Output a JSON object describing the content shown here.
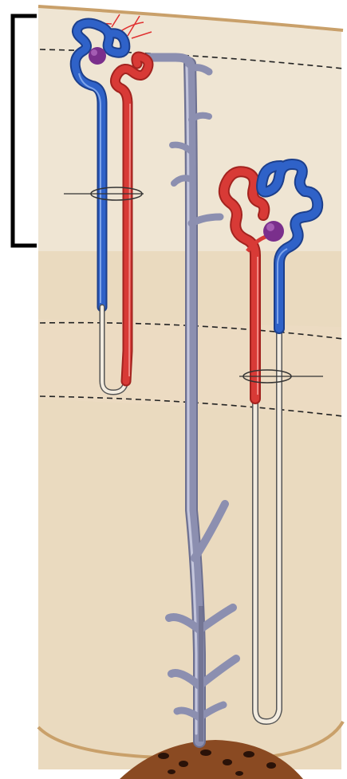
{
  "diagram": {
    "subject": "nephron-illustration",
    "colors": {
      "background": "#ffffff",
      "cortex": "#efe5d3",
      "medulla": "#ead9bf",
      "outer_border": "#c9a06a",
      "papilla": "#8a4a22",
      "papilla_dots": "#3a1a0a",
      "arterial_red": "#d83a36",
      "venous_blue": "#2f62c8",
      "collecting_duct": "#8c8fb0",
      "collecting_duct_highlight": "#c4c6dc",
      "glomerulus": "#7a2f8c",
      "loop_outline": "#555555",
      "bracket": "#000000",
      "zone_line": "#222222",
      "capillary": "#e03030"
    },
    "icons": [
      "bracket-marker",
      "cortical-nephron",
      "juxtamedullary-nephron",
      "collecting-duct",
      "renal-papilla"
    ]
  }
}
